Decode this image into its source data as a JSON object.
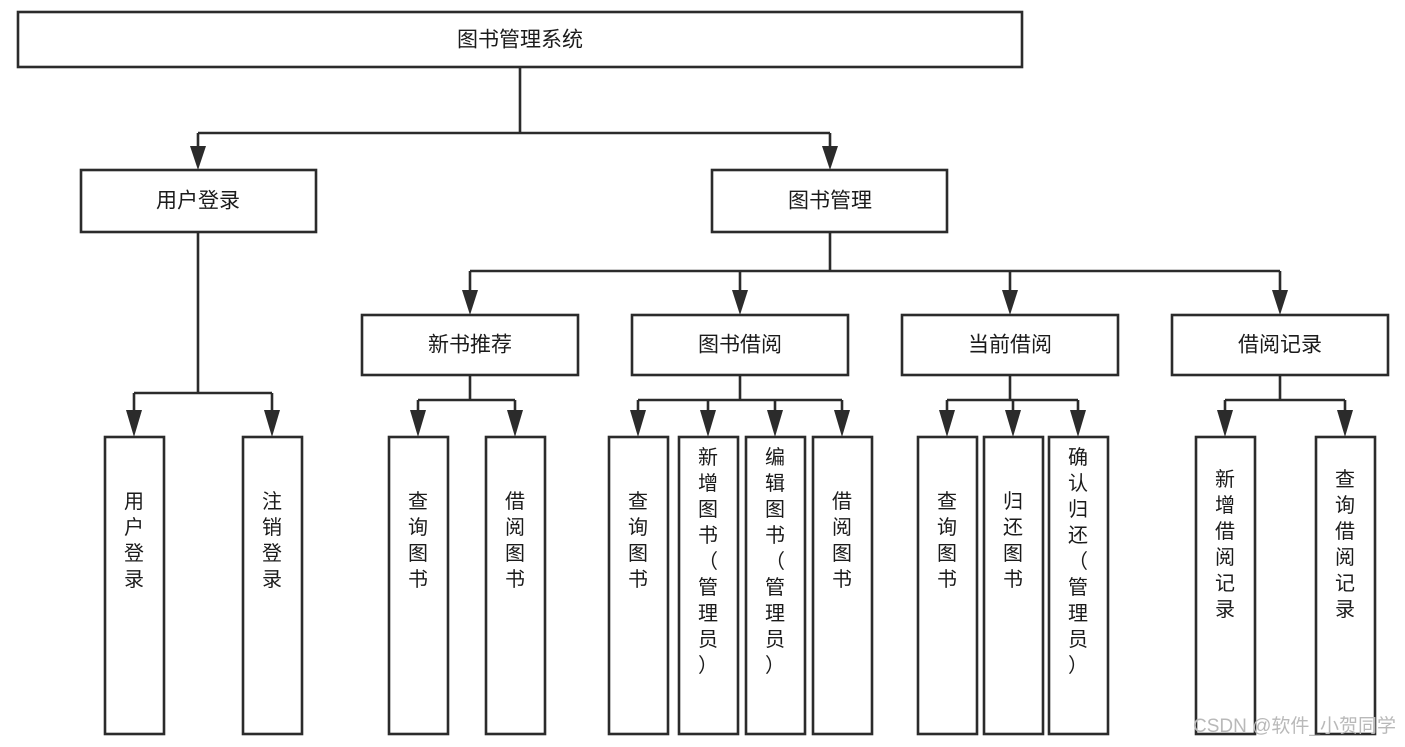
{
  "diagram": {
    "title": "图书管理系统",
    "type": "tree-hierarchy-chart",
    "orientation": "top-down",
    "colors": {
      "box_fill": "#ffffff",
      "box_stroke": "#2b2b2b",
      "text": "#1b1b1b",
      "background": "#ffffff",
      "watermark": "#b9b9b9"
    },
    "levels": [
      {
        "level": 1,
        "nodes": [
          {
            "id": "root",
            "label": "图书管理系统",
            "text_orientation": "horizontal"
          }
        ]
      },
      {
        "level": 2,
        "nodes": [
          {
            "id": "login",
            "label": "用户登录",
            "text_orientation": "horizontal",
            "parent": "root"
          },
          {
            "id": "bookmgmt",
            "label": "图书管理",
            "text_orientation": "horizontal",
            "parent": "root"
          }
        ]
      },
      {
        "level": 3,
        "nodes": [
          {
            "id": "newbook",
            "label": "新书推荐",
            "text_orientation": "horizontal",
            "parent": "bookmgmt"
          },
          {
            "id": "borrow",
            "label": "图书借阅",
            "text_orientation": "horizontal",
            "parent": "bookmgmt"
          },
          {
            "id": "current",
            "label": "当前借阅",
            "text_orientation": "horizontal",
            "parent": "bookmgmt"
          },
          {
            "id": "records",
            "label": "借阅记录",
            "text_orientation": "horizontal",
            "parent": "bookmgmt"
          }
        ]
      },
      {
        "level": 4,
        "nodes": [
          {
            "id": "leaf-user-login",
            "label": "用户登录",
            "text_orientation": "vertical",
            "parent": "login"
          },
          {
            "id": "leaf-user-logout",
            "label": "注销登录",
            "text_orientation": "vertical",
            "parent": "login"
          },
          {
            "id": "leaf-query-book-1",
            "label": "查询图书",
            "text_orientation": "vertical",
            "parent": "newbook"
          },
          {
            "id": "leaf-borrow-book-1",
            "label": "借阅图书",
            "text_orientation": "vertical",
            "parent": "newbook"
          },
          {
            "id": "leaf-query-book-2",
            "label": "查询图书",
            "text_orientation": "vertical",
            "parent": "borrow"
          },
          {
            "id": "leaf-add-book",
            "label": "新增图书（管理员）",
            "text_orientation": "vertical",
            "parent": "borrow"
          },
          {
            "id": "leaf-edit-book",
            "label": "编辑图书（管理员）",
            "text_orientation": "vertical",
            "parent": "borrow"
          },
          {
            "id": "leaf-borrow-book-2",
            "label": "借阅图书",
            "text_orientation": "vertical",
            "parent": "borrow"
          },
          {
            "id": "leaf-query-book-3",
            "label": "查询图书",
            "text_orientation": "vertical",
            "parent": "current"
          },
          {
            "id": "leaf-return-book",
            "label": "归还图书",
            "text_orientation": "vertical",
            "parent": "current"
          },
          {
            "id": "leaf-confirm-return",
            "label": "确认归还（管理员）",
            "text_orientation": "vertical",
            "parent": "current"
          },
          {
            "id": "leaf-add-record",
            "label": "新增借阅记录",
            "text_orientation": "vertical",
            "parent": "records"
          },
          {
            "id": "leaf-query-record",
            "label": "查询借阅记录",
            "text_orientation": "vertical",
            "parent": "records"
          }
        ]
      }
    ]
  },
  "watermark": {
    "text": "CSDN @软件_小贺同学"
  }
}
